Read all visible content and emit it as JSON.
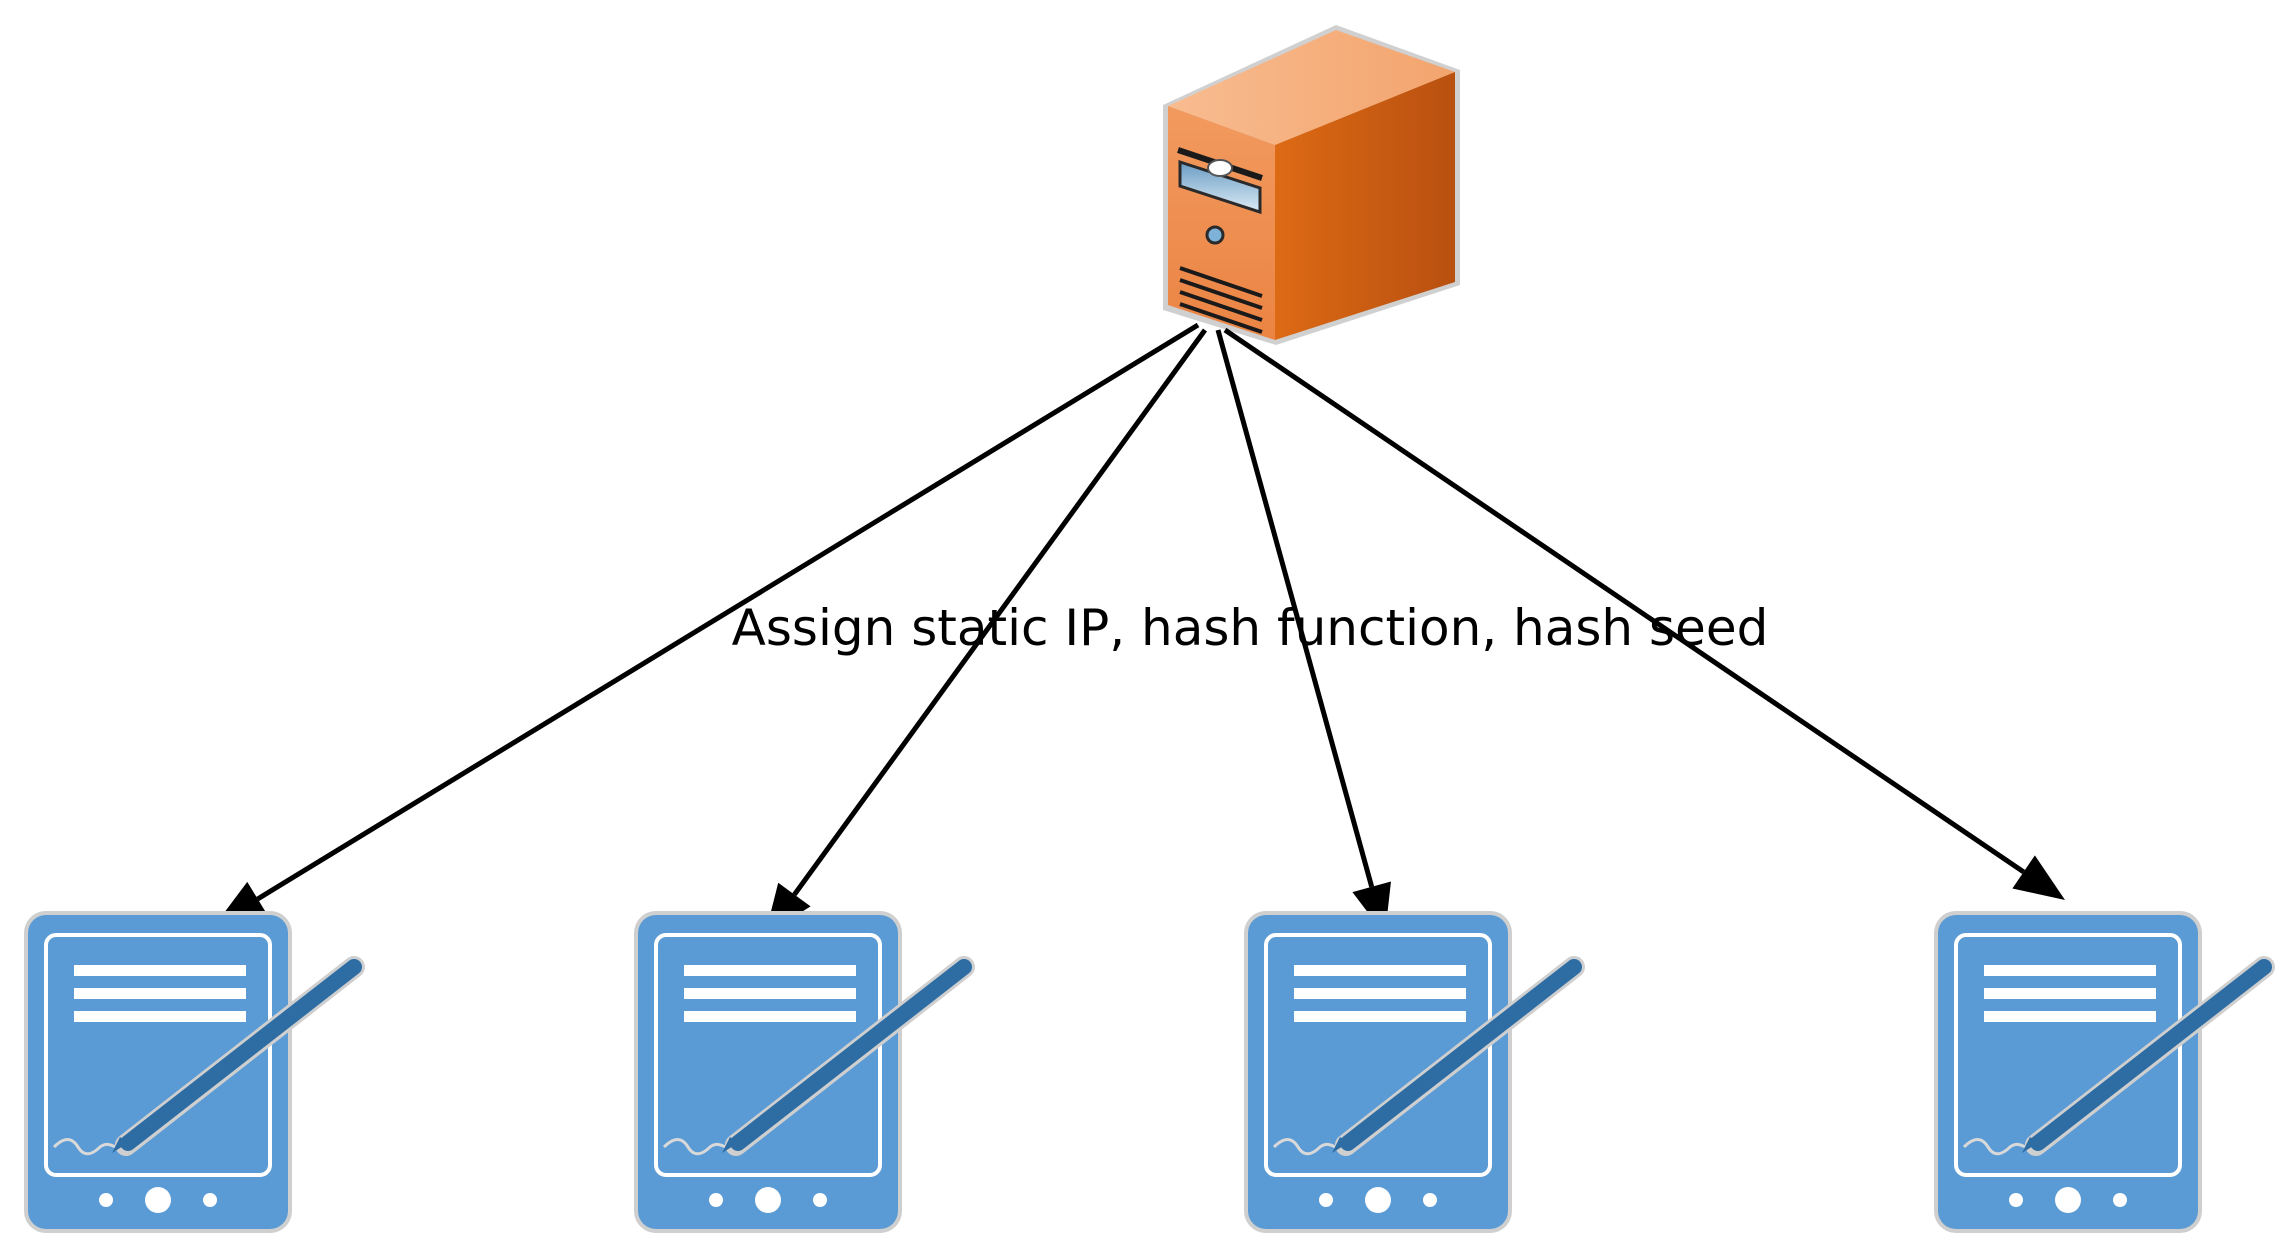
{
  "diagram": {
    "edge_label": "Assign static IP, hash function, hash seed",
    "nodes": [
      {
        "id": "server",
        "kind": "server-icon"
      },
      {
        "id": "device-1",
        "kind": "tablet-stylus-icon"
      },
      {
        "id": "device-2",
        "kind": "tablet-stylus-icon"
      },
      {
        "id": "device-3",
        "kind": "tablet-stylus-icon"
      },
      {
        "id": "device-4",
        "kind": "tablet-stylus-icon"
      }
    ],
    "edges": [
      {
        "from": "server",
        "to": "device-1"
      },
      {
        "from": "server",
        "to": "device-2"
      },
      {
        "from": "server",
        "to": "device-3"
      },
      {
        "from": "server",
        "to": "device-4"
      }
    ],
    "colors": {
      "server_front": "#EE8E4E",
      "server_side": "#C85B12",
      "server_top": "#F5B07E",
      "device_body": "#5B9BD5",
      "device_stylus": "#2E6DA4",
      "arrow": "#000000"
    }
  }
}
